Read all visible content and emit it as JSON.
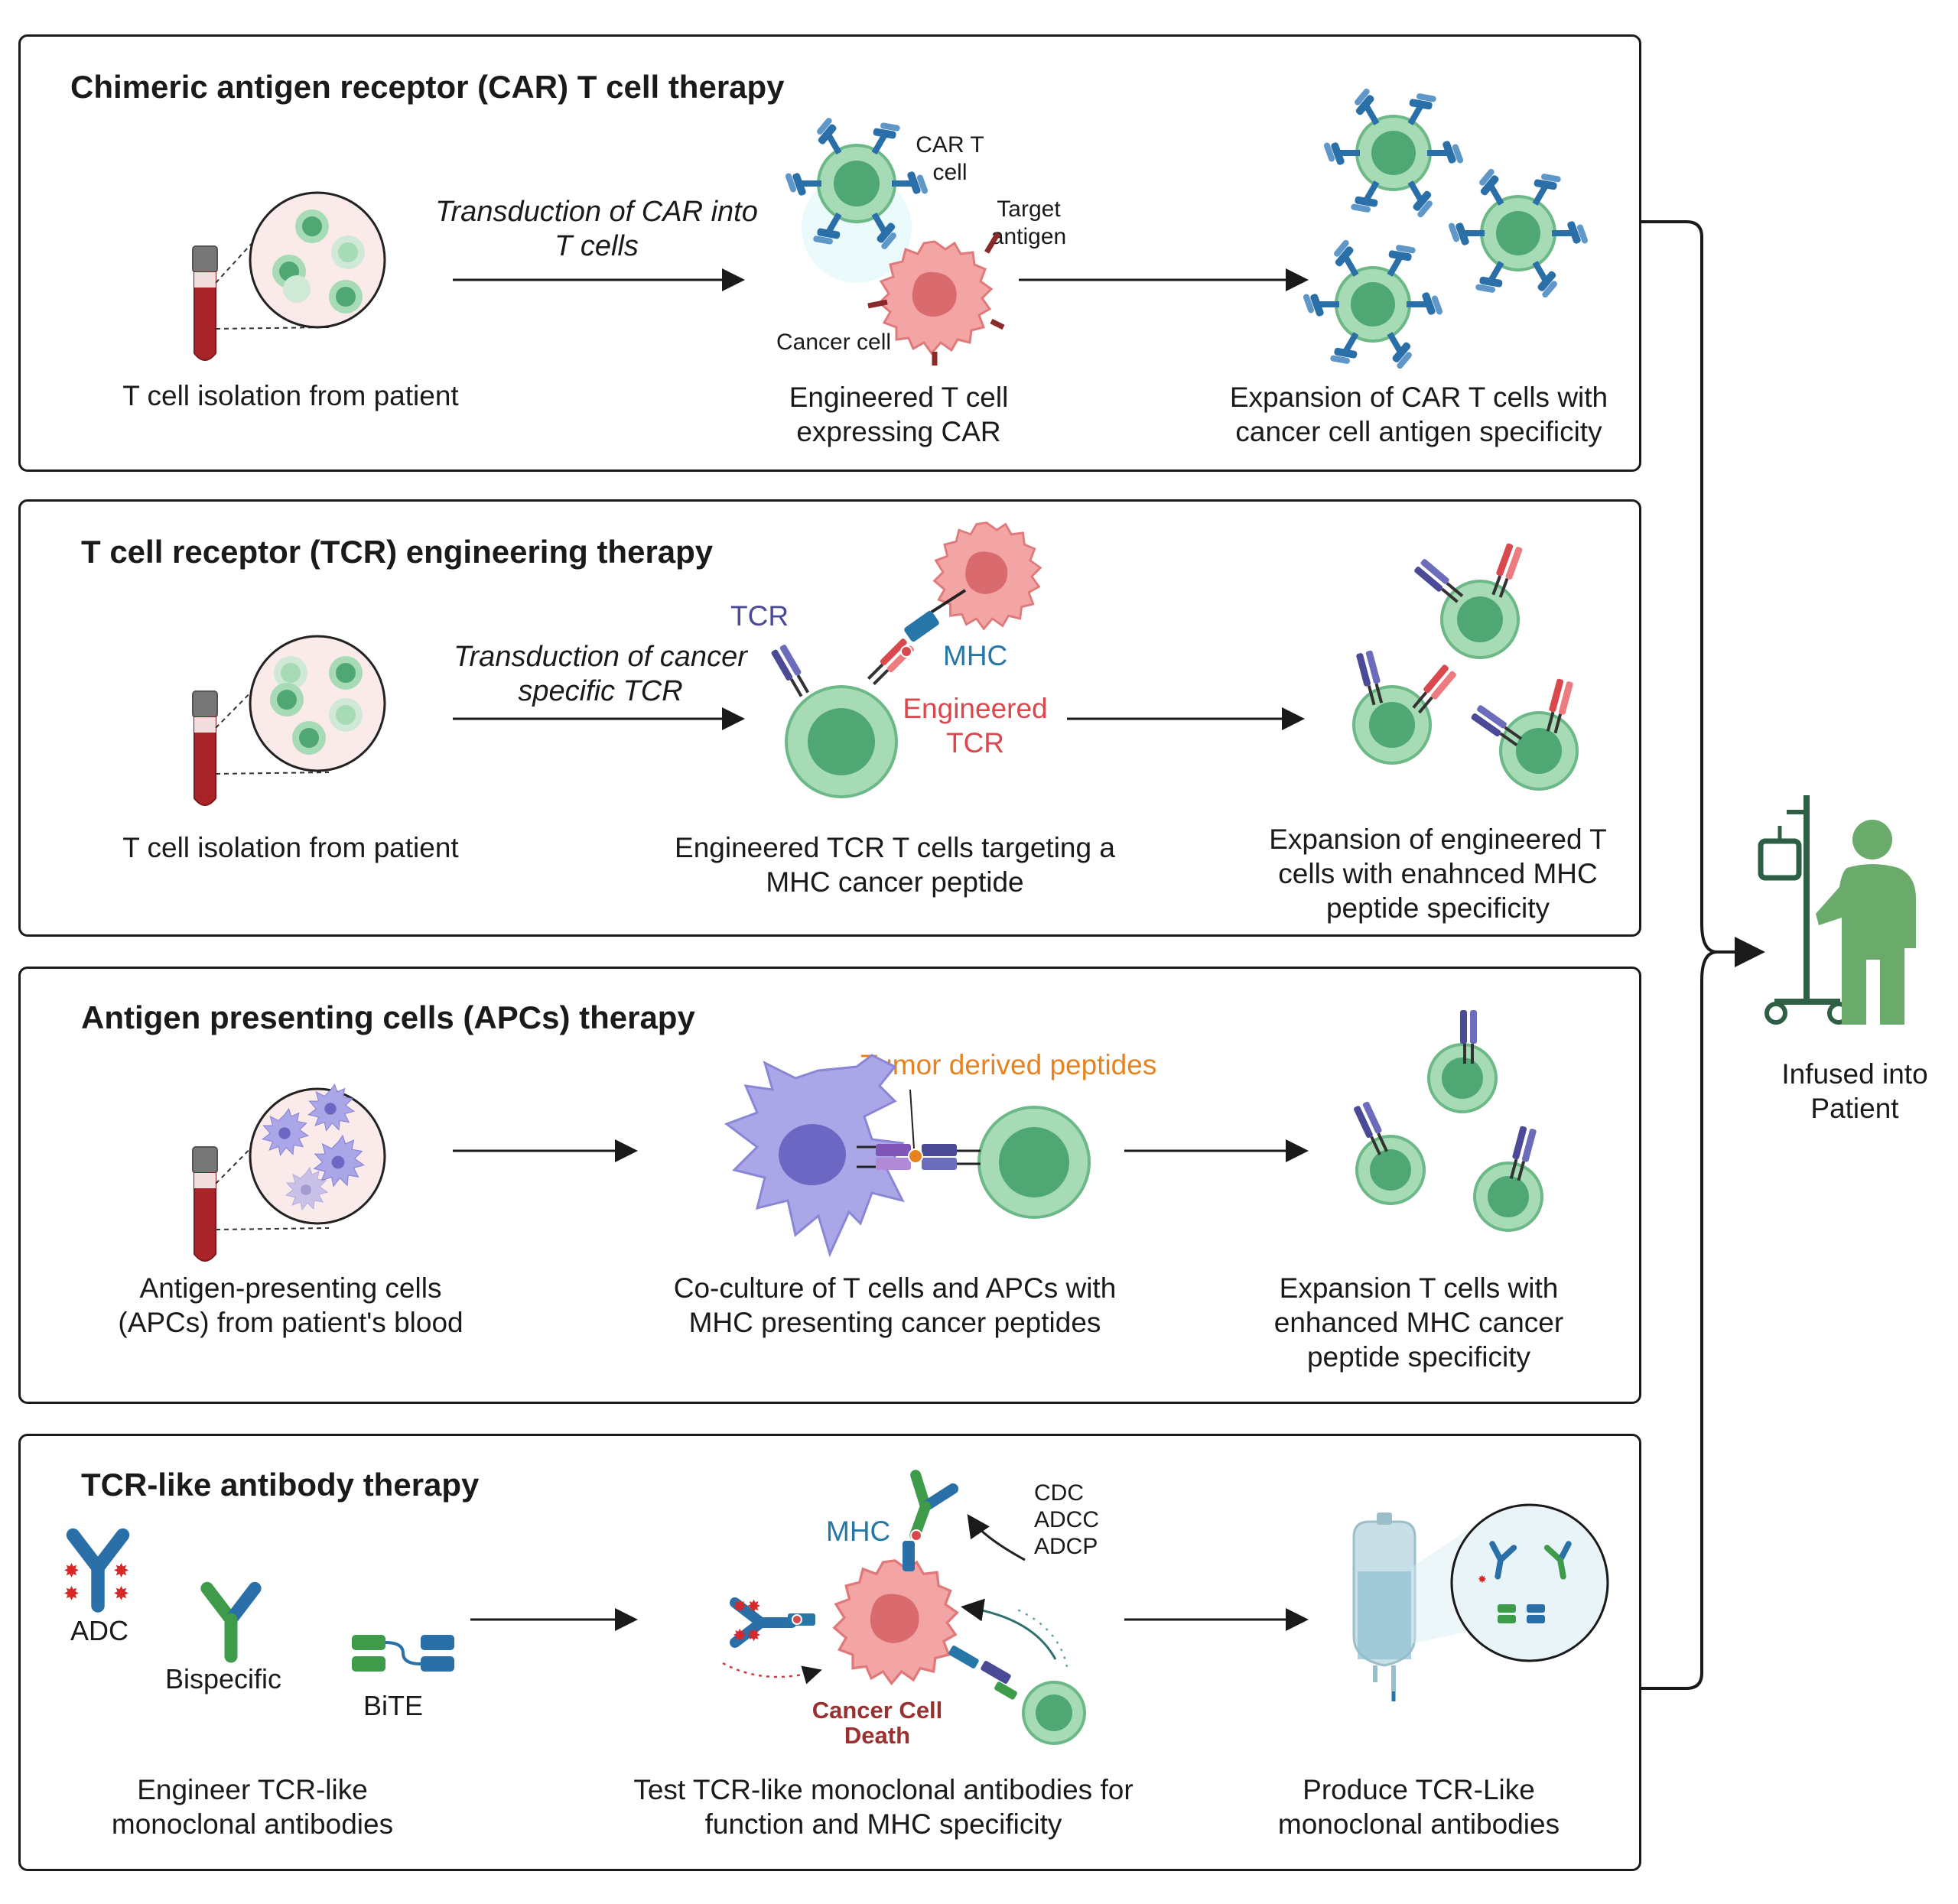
{
  "panels": [
    {
      "title": "Chimeric antigen receptor (CAR) T cell therapy",
      "arrow_text": "Transduction of CAR into T cells",
      "caption1": "T cell isolation from patient",
      "caption2": "Engineered T cell expressing CAR",
      "caption3": "Expansion of CAR T cells with cancer cell antigen specificity",
      "label_car_t": "CAR T cell",
      "label_target": "Target antigen",
      "label_cancer": "Cancer cell"
    },
    {
      "title": "T cell receptor (TCR) engineering therapy",
      "arrow_text": "Transduction of cancer specific TCR",
      "caption1": "T cell isolation from patient",
      "caption2": "Engineered TCR T cells targeting a MHC cancer peptide",
      "caption3": "Expansion of engineered T cells with enahnced MHC peptide specificity",
      "label_tcr": "TCR",
      "label_mhc": "MHC",
      "label_eng_tcr": "Engineered TCR"
    },
    {
      "title": "Antigen presenting cells (APCs) therapy",
      "caption1": "Antigen-presenting cells (APCs) from patient's blood",
      "caption2": "Co-culture of T cells and APCs with MHC presenting cancer peptides",
      "caption3": "Expansion T cells with enhanced MHC cancer peptide specificity",
      "label_peptides": "Tumor derived peptides"
    },
    {
      "title": "TCR-like antibody therapy",
      "label_adc": "ADC",
      "label_bispecific": "Bispecific",
      "label_bite": "BiTE",
      "label_mhc": "MHC",
      "label_cdc": "CDC",
      "label_adcc": "ADCC",
      "label_adcp": "ADCP",
      "label_death": "Cancer Cell Death",
      "caption1": "Engineer TCR-like monoclonal antibodies",
      "caption2": "Test TCR-like monoclonal antibodies for function and MHC specificity",
      "caption3": "Produce TCR-Like monoclonal antibodies"
    }
  ],
  "infusion_label": "Infused into Patient",
  "colors": {
    "tcell": "#8ccfa0",
    "tcell_dark": "#4fa874",
    "cancer": "#f08c8c",
    "apc": "#a7a3e6",
    "car_blue": "#2a6fa8",
    "tcr_purple": "#4a4a96",
    "eng_tcr_red": "#d9484d",
    "mhc_blue": "#2676a8",
    "peptide_orange": "#e8821e",
    "death_red": "#9a3030",
    "patient_green": "#6aaa6a",
    "pole_green": "#2e5e44",
    "blood": "#a82428"
  }
}
